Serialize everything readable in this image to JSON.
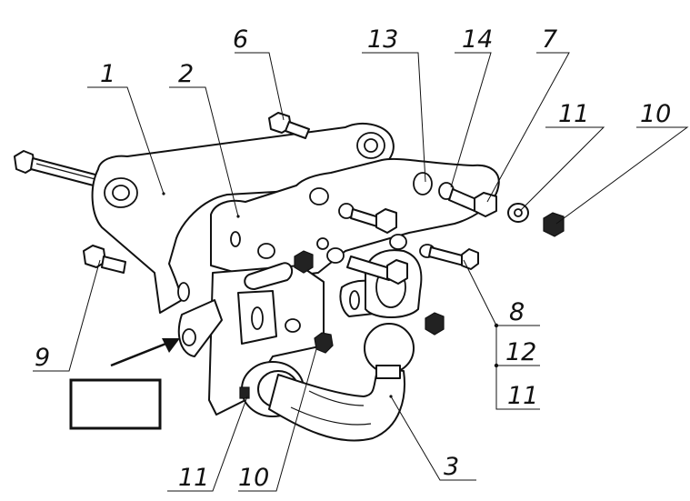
{
  "callouts": {
    "c1": "1",
    "c2": "2",
    "c3": "3",
    "c6": "6",
    "c7": "7",
    "c8": "8",
    "c9": "9",
    "c10_right": "10",
    "c10_bottom": "10",
    "c11_top": "11",
    "c11_right": "11",
    "c11_bottom": "11",
    "c12": "12",
    "c13": "13",
    "c14": "14"
  }
}
